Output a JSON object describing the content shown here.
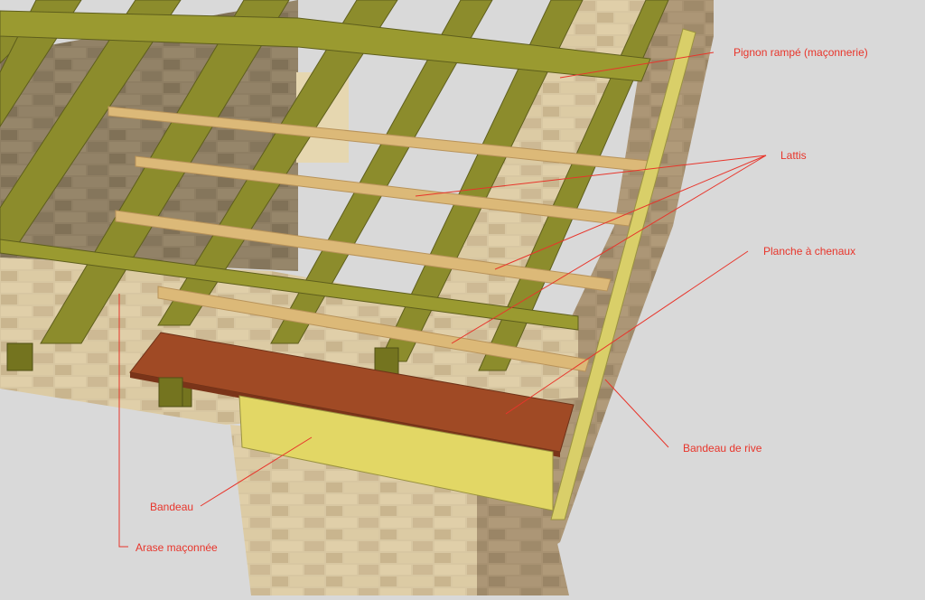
{
  "colors": {
    "background": "#d9d9d9",
    "label_text": "#e8352b",
    "leader_line": "#e8352b",
    "rafter": "#8c8c2c",
    "rafter_dark": "#5e5e1c",
    "lath": "#dcb978",
    "lath_dark": "#b8935a",
    "masonry": "#d8c7a2",
    "masonry_dark": "#8c7c62",
    "fascia": "#e2d765",
    "gutter_board": "#a04a25",
    "verge_board": "#d9cf69"
  },
  "labels": {
    "pignon": "Pignon rampé (maçonnerie)",
    "lattis": "Lattis",
    "planche": "Planche à chenaux",
    "bandeau_rive": "Bandeau de rive",
    "bandeau": "Bandeau",
    "arase": "Arase maçonnée"
  }
}
